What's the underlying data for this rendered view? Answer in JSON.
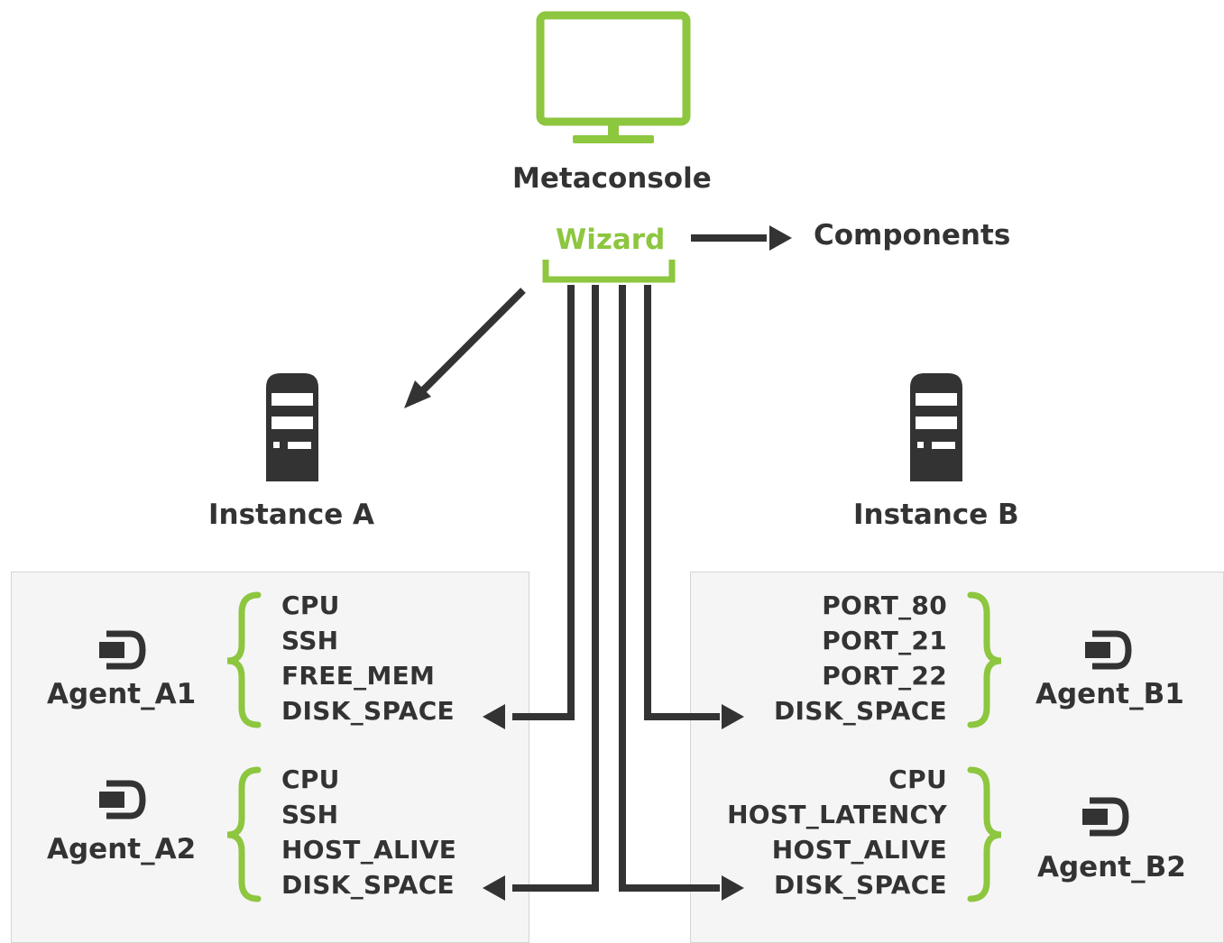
{
  "colors": {
    "accent": "#8dc63f",
    "line": "#333333",
    "text": "#333333",
    "panel": "#f5f5f5"
  },
  "metaconsole": {
    "icon": "monitor-icon",
    "label": "Metaconsole"
  },
  "wizard": {
    "label": "Wizard"
  },
  "components": {
    "label": "Components"
  },
  "instance_a": {
    "icon": "server-icon",
    "label": "Instance A"
  },
  "instance_b": {
    "icon": "server-icon",
    "label": "Instance B"
  },
  "agents": {
    "a1": {
      "icon": "agent-icon",
      "label": "Agent_A1",
      "modules": [
        "CPU",
        "SSH",
        "FREE_MEM",
        "DISK_SPACE"
      ]
    },
    "a2": {
      "icon": "agent-icon",
      "label": "Agent_A2",
      "modules": [
        "CPU",
        "SSH",
        "HOST_ALIVE",
        "DISK_SPACE"
      ]
    },
    "b1": {
      "icon": "agent-icon",
      "label": "Agent_B1",
      "modules": [
        "PORT_80",
        "PORT_21",
        "PORT_22",
        "DISK_SPACE"
      ]
    },
    "b2": {
      "icon": "agent-icon",
      "label": "Agent_B2",
      "modules": [
        "CPU",
        "HOST_LATENCY",
        "HOST_ALIVE",
        "DISK_SPACE"
      ]
    }
  }
}
